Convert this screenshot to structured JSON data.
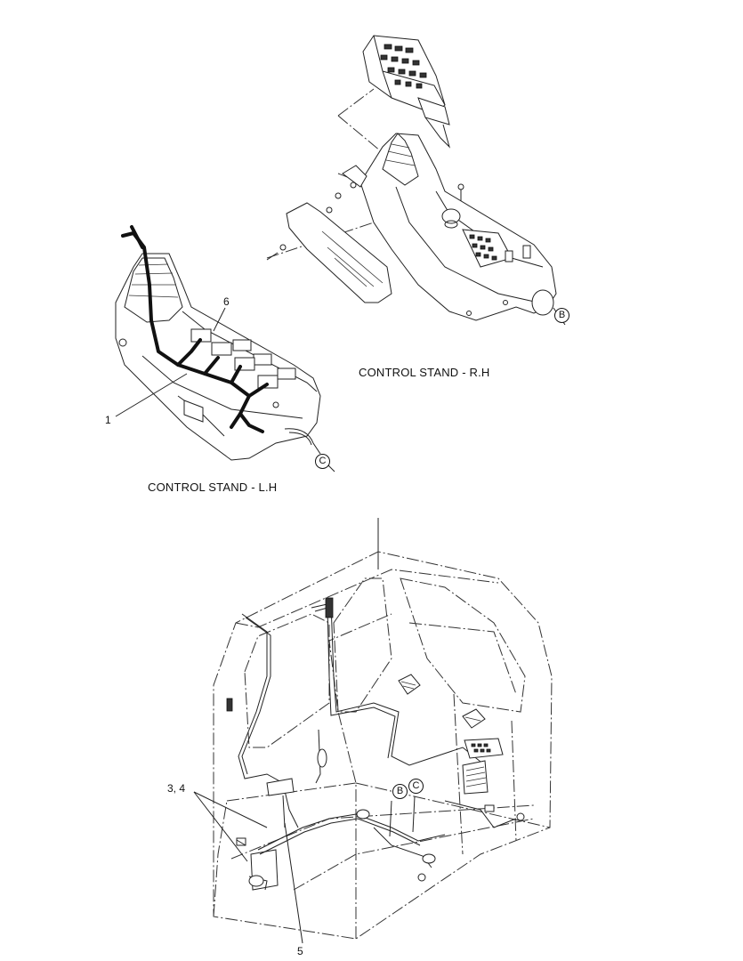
{
  "views": {
    "rh_title": "CONTROL STAND - R.H",
    "lh_title": "CONTROL STAND - L.H"
  },
  "callouts": {
    "item_1": "1",
    "item_3_4": "3, 4",
    "item_5": "5",
    "item_6": "6"
  },
  "refs": {
    "b": "B",
    "c": "C"
  }
}
